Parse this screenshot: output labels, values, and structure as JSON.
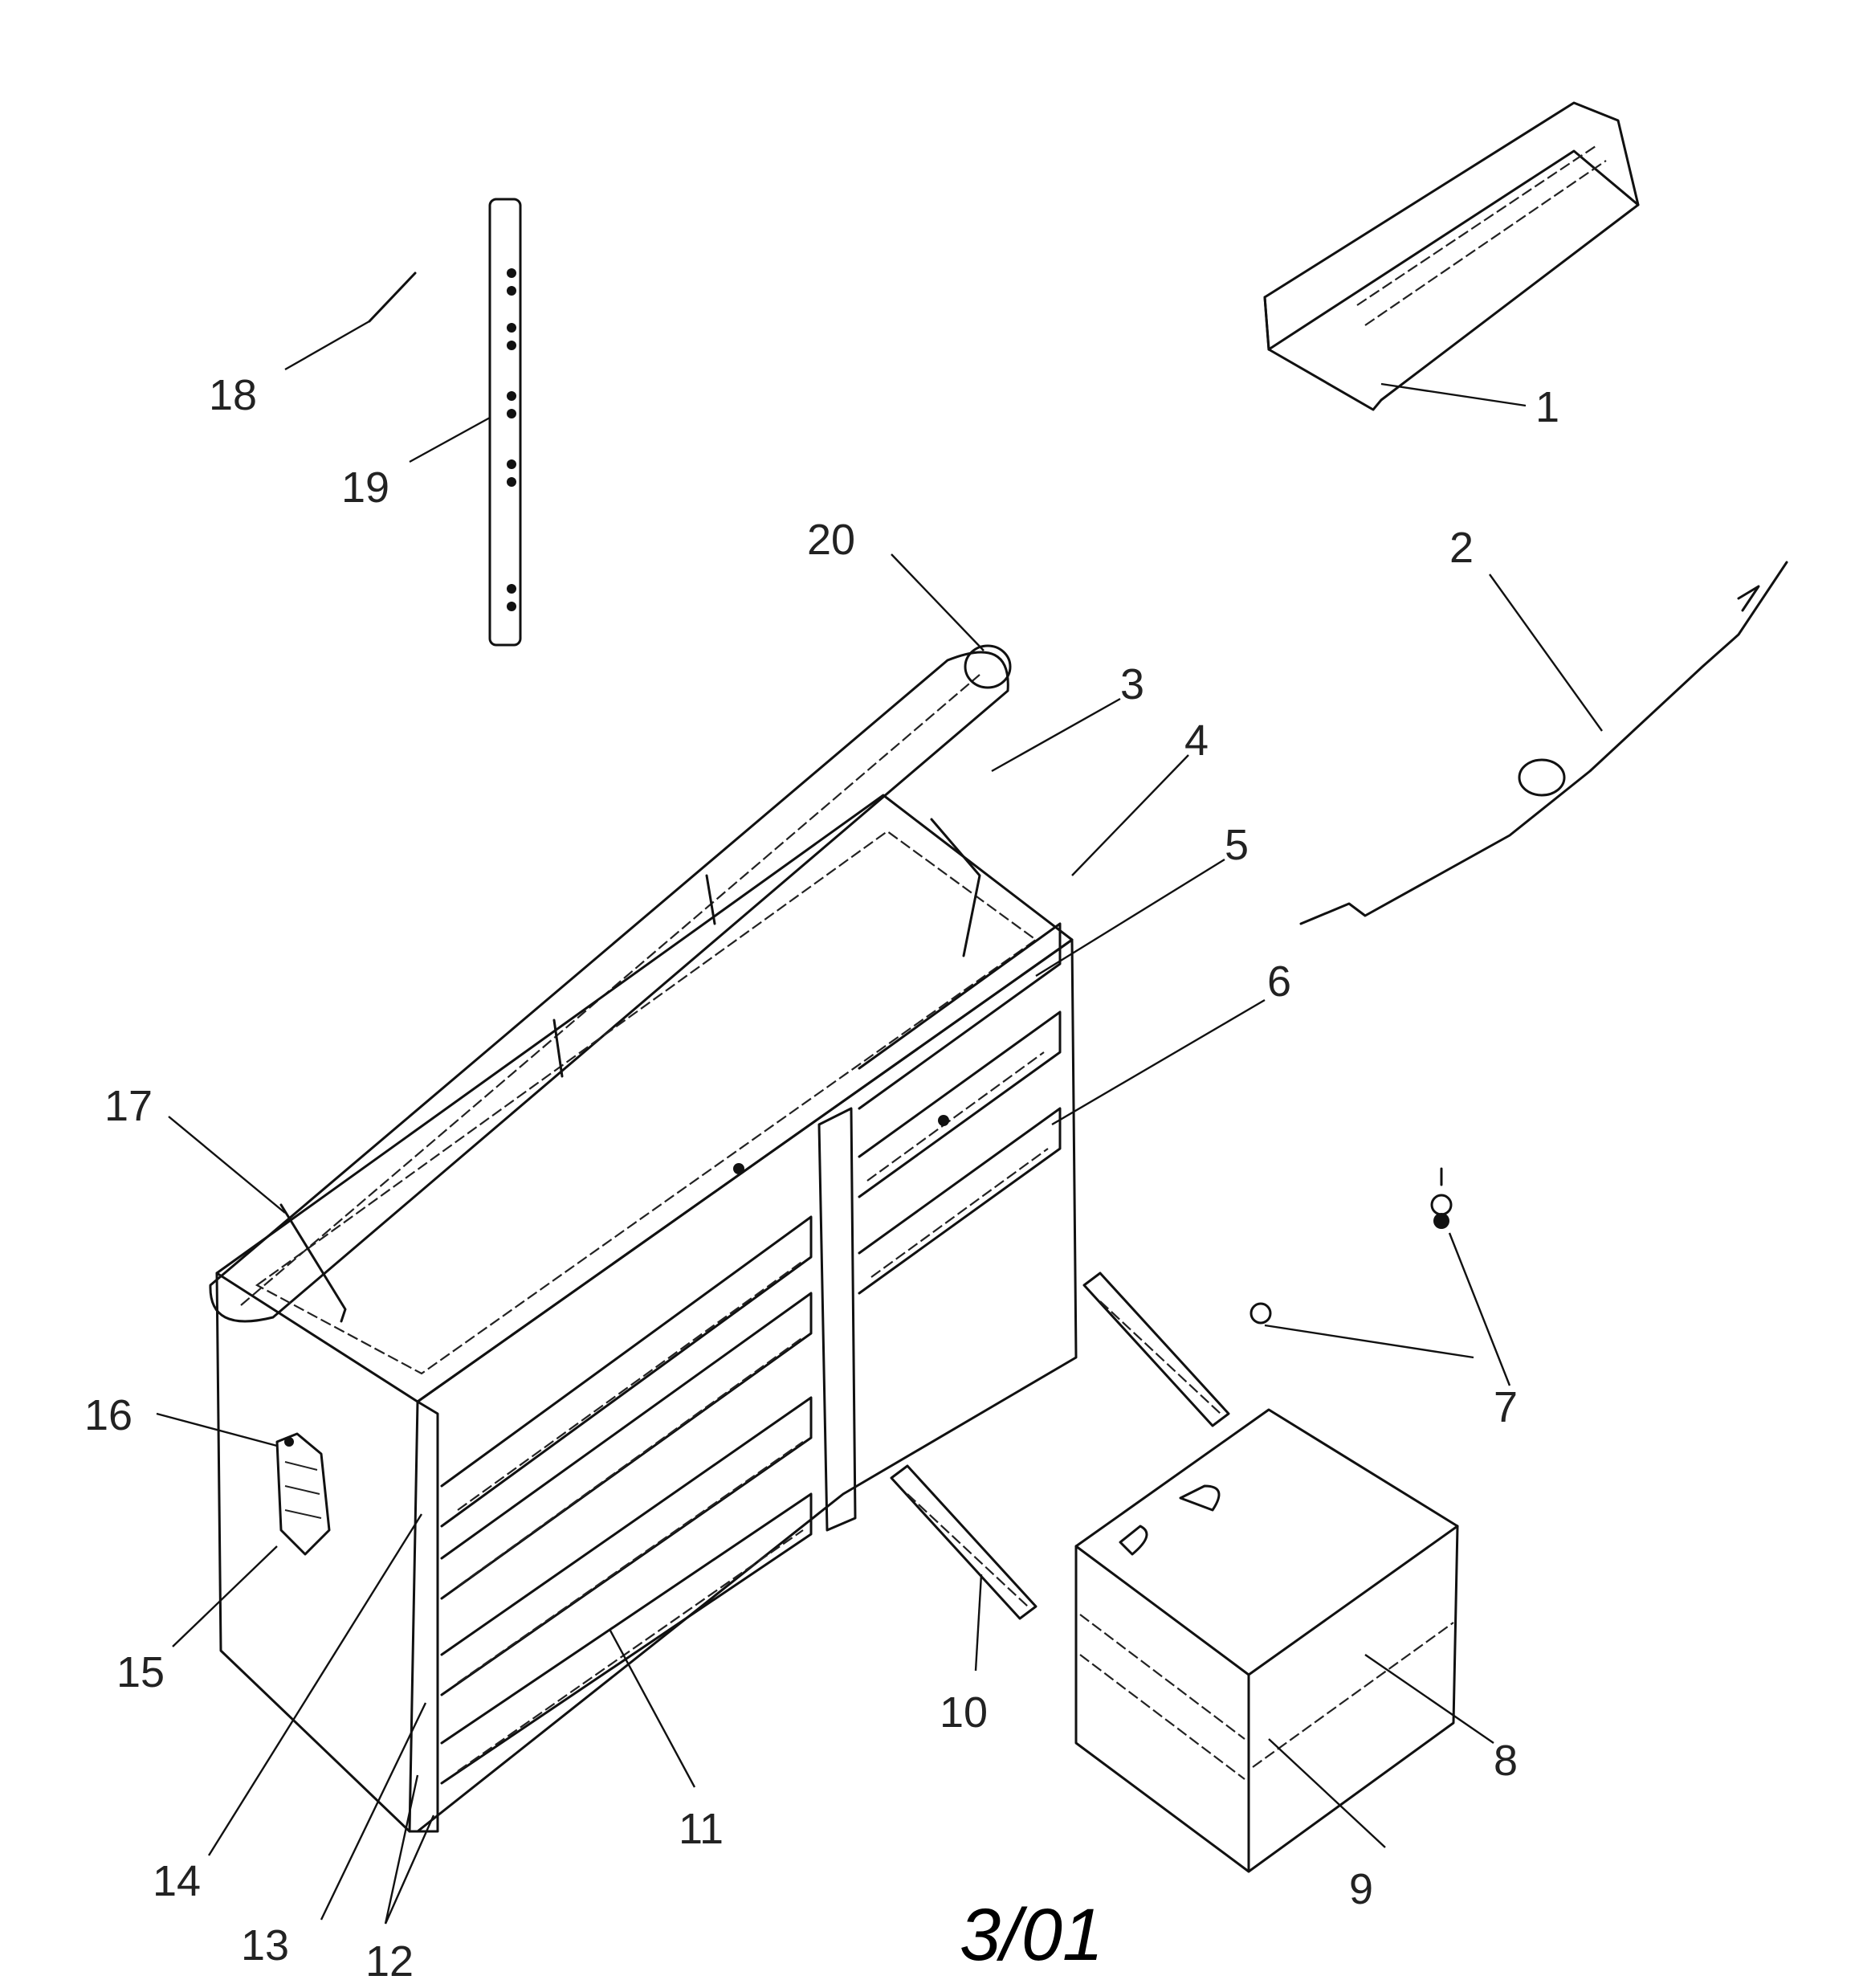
{
  "date_mark": "3/01",
  "callouts": [
    {
      "id": "1",
      "label": "1"
    },
    {
      "id": "2",
      "label": "2"
    },
    {
      "id": "3",
      "label": "3"
    },
    {
      "id": "4",
      "label": "4"
    },
    {
      "id": "5",
      "label": "5"
    },
    {
      "id": "6",
      "label": "6"
    },
    {
      "id": "7",
      "label": "7"
    },
    {
      "id": "8",
      "label": "8"
    },
    {
      "id": "9",
      "label": "9"
    },
    {
      "id": "10",
      "label": "10"
    },
    {
      "id": "11",
      "label": "11"
    },
    {
      "id": "12",
      "label": "12"
    },
    {
      "id": "13",
      "label": "13"
    },
    {
      "id": "14",
      "label": "14"
    },
    {
      "id": "15",
      "label": "15"
    },
    {
      "id": "16",
      "label": "16"
    },
    {
      "id": "17",
      "label": "17"
    },
    {
      "id": "18",
      "label": "18"
    },
    {
      "id": "19",
      "label": "19"
    },
    {
      "id": "20",
      "label": "20"
    }
  ]
}
